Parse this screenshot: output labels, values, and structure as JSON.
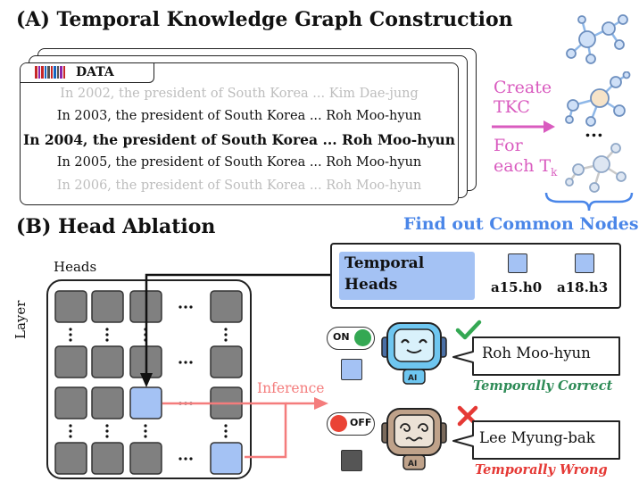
{
  "section_a": {
    "title": "(A) Temporal Knowledge Graph Construction",
    "data_tag": "DATA",
    "lines": [
      "In 2002, the president of South Korea ... Kim Dae-jung",
      "In 2003, the president of South Korea ... Roh Moo-hyun",
      "In 2004, the president of South Korea ... Roh Moo-hyun",
      "In 2005, the president of South Korea ... Roh Moo-hyun",
      "In 2006, the president of South Korea ... Roh Moo-hyun"
    ],
    "create_label": "Create",
    "tkc_label": "TKC",
    "for_label": "For",
    "each_label": "each T",
    "each_sub": "k",
    "dots": "...",
    "common_nodes": "Find out Common Nodes"
  },
  "section_b": {
    "title": "(B) Head Ablation",
    "heads_label": "Heads",
    "layer_label": "Layer",
    "temporal_heads_line1": "Temporal",
    "temporal_heads_line2": "Heads",
    "head_a": "a15.h0",
    "head_b": "a18.h3",
    "inference_label": "Inference",
    "on_label": "ON",
    "off_label": "OFF",
    "ai_label": "AI",
    "correct_answer": "Roh Moo-hyun",
    "correct_verdict": "Temporally Correct",
    "wrong_answer": "Lee Myung-bak",
    "wrong_verdict": "Temporally Wrong",
    "grid_dots": "..."
  },
  "colors": {
    "tkc_pink": "#d95bbf",
    "head_blue": "#a4c2f4",
    "grid_gray": "#808080",
    "arrow_salmon": "#f47c7c",
    "correct_green": "#2e8b57",
    "wrong_red": "#e53935",
    "robot_blue": "#6ec6f0",
    "robot_brown": "#bfa28a"
  },
  "icons": [
    "barcode-icon",
    "graph-icon",
    "toggle-on-icon",
    "toggle-off-icon",
    "robot-happy-icon",
    "robot-confused-icon",
    "check-icon",
    "cross-icon"
  ]
}
